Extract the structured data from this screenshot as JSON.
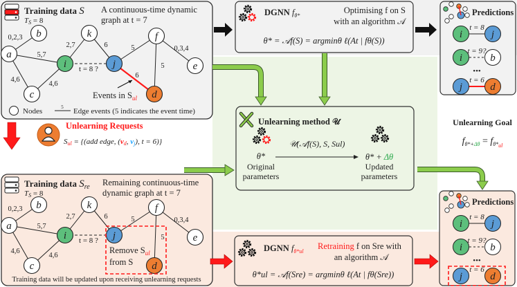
{
  "colors": {
    "node_i": "#5dbf7c",
    "node_j": "#5b9bd5",
    "node_d": "#ed7d31",
    "accent_red": "#ff1a1a",
    "green_arrow": "#8ccc4c",
    "green_bg": "#edf5e5",
    "pink_bg": "#fbe9df",
    "gray_bg": "#f1f1f1"
  },
  "top_data": {
    "title": "Training data ",
    "title_var": "S",
    "ts": "T",
    "ts_sub": "S",
    "ts_val": " = 8",
    "desc_line1": "A continuous-time dynamic",
    "desc_line2": "graph at t = 7",
    "events_label": "Events in S",
    "events_sub": "ul",
    "legend_nodes": "Nodes",
    "legend_edge_time": "5",
    "legend_edges": "Edge events (5 indicates the event time)"
  },
  "graph": {
    "nodes": [
      "a",
      "b",
      "c",
      "i",
      "k",
      "j",
      "f",
      "e",
      "d"
    ],
    "edges": [
      {
        "from": "a",
        "to": "b",
        "times": "0,2,3"
      },
      {
        "from": "a",
        "to": "i",
        "times": "5,7"
      },
      {
        "from": "a",
        "to": "c",
        "times": "4,6"
      },
      {
        "from": "c",
        "to": "i",
        "times": "4,6"
      },
      {
        "from": "i",
        "to": "k",
        "times": "2,7"
      },
      {
        "from": "k",
        "to": "j",
        "times": "6"
      },
      {
        "from": "j",
        "to": "f",
        "times": "5"
      },
      {
        "from": "f",
        "to": "e",
        "times": "0,3,4"
      },
      {
        "from": "f",
        "to": "d",
        "times": "5"
      },
      {
        "from": "j",
        "to": "d",
        "times": "6",
        "unlearn": true
      }
    ],
    "query_label": "t = 8 ?"
  },
  "bottom_data": {
    "title": "Training data ",
    "title_var": "S",
    "title_sub": "re",
    "ts": "T",
    "ts_sub": "S",
    "ts_val": " = 8",
    "desc_line1": "Remaining continuous-time",
    "desc_line2": "dynamic graph at t = 7",
    "remove_line1": "Remove S",
    "remove_sub": "ul",
    "remove_line2": "from S",
    "footer": "Training data will be updated upon receiving unlearning requests"
  },
  "dgnn_top": {
    "title": "DGNN ",
    "f": "f",
    "sub": "θ*",
    "desc_line1": "Optimising f on S",
    "desc_line2": "with an algorithm 𝒜",
    "formula": "θ* = 𝒜f(S) = argminθ ℓ(At | fθ(S))"
  },
  "dgnn_bottom": {
    "title": "DGNN ",
    "f": "f",
    "sub": "θ*ul",
    "desc_red": "Retraining",
    "desc_line1": " f on Sre with",
    "desc_line2": "an algorithm 𝒜",
    "formula": "θ*ul = 𝒜f(Sre) = argminθ ℓ(At | fθ(Sre))"
  },
  "predictions": {
    "title": "Predictions",
    "rows": [
      {
        "u": "i",
        "v": "j",
        "label": "t = 8"
      },
      {
        "u": "i",
        "v": "b",
        "label": "t = 9?"
      },
      {
        "u": "j",
        "v": "d",
        "label": "t = 6"
      }
    ],
    "ellipsis": "•••"
  },
  "requests": {
    "title": "Unlearning Requests",
    "s": "S",
    "s_sub": "ul",
    "eq": " = {(add edge, (",
    "vd": "v",
    "vd_sub": "d",
    "comma": ", ",
    "vj": "v",
    "vj_sub": "j",
    "tail": "), t = 6)}"
  },
  "unlearning": {
    "title": "Unlearning method 𝒰",
    "theta": "θ*",
    "orig_line1": "Original",
    "orig_line2": "parameters",
    "op": "𝒰(𝒜f(S), S, Sul)",
    "upd_theta": "θ* + ",
    "delta": "Δθ",
    "upd_line1": "Updated",
    "upd_line2": "parameters"
  },
  "goal": {
    "title": "Unlearning Goal",
    "lhs": "f",
    "lhs_sub": "θ*+",
    "lhs_delta": "Δθ",
    "eq": " = ",
    "rhs": "f",
    "rhs_sub": "θ*",
    "rhs_subsub": "ul"
  }
}
